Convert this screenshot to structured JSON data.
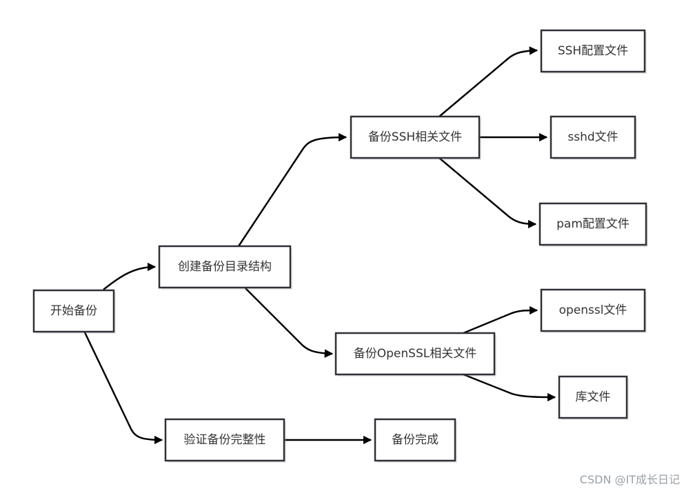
{
  "nodes": {
    "start": "开始备份",
    "create_dir": "创建备份目录结构",
    "backup_ssh": "备份SSH相关文件",
    "backup_openssl": "备份OpenSSL相关文件",
    "ssh_config": "SSH配置文件",
    "sshd": "sshd文件",
    "pam_config": "pam配置文件",
    "openssl_file": "openssl文件",
    "lib_file": "库文件",
    "verify": "验证备份完整性",
    "done": "备份完成"
  },
  "edges": [
    [
      "start",
      "create_dir"
    ],
    [
      "start",
      "verify"
    ],
    [
      "create_dir",
      "backup_ssh"
    ],
    [
      "create_dir",
      "backup_openssl"
    ],
    [
      "backup_ssh",
      "ssh_config"
    ],
    [
      "backup_ssh",
      "sshd"
    ],
    [
      "backup_ssh",
      "pam_config"
    ],
    [
      "backup_openssl",
      "openssl_file"
    ],
    [
      "backup_openssl",
      "lib_file"
    ],
    [
      "verify",
      "done"
    ]
  ],
  "watermark": "CSDN @IT成长日记"
}
